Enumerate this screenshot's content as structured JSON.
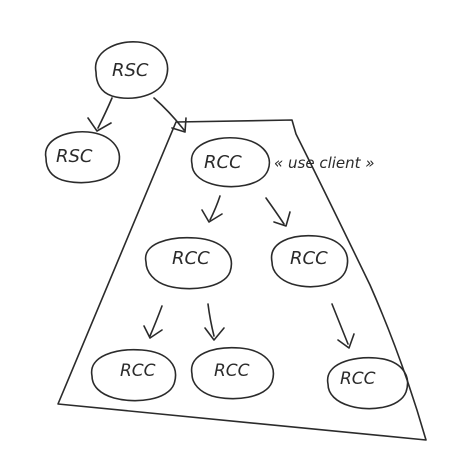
{
  "nodes": {
    "root": "RSC",
    "server_child": "RSC",
    "client_root": "RCC",
    "client_mid_left": "RCC",
    "client_mid_right": "RCC",
    "client_leaf_1": "RCC",
    "client_leaf_2": "RCC",
    "client_leaf_3": "RCC"
  },
  "annotation": "« use client »"
}
